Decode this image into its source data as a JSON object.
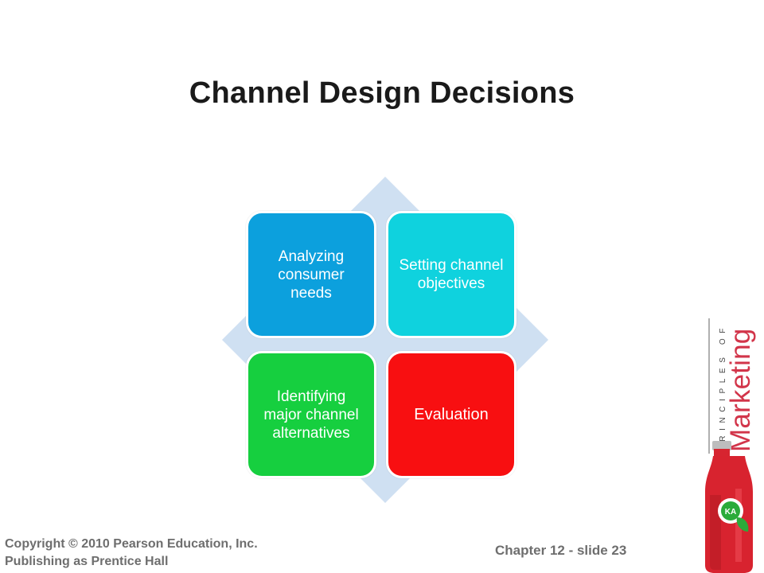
{
  "slide": {
    "title": "Channel Design Decisions",
    "quadrants": [
      {
        "label": "Analyzing consumer needs",
        "color": "#0ca0dd"
      },
      {
        "label": "Setting channel objectives",
        "color": "#0fd2de"
      },
      {
        "label": "Identifying major channel alternatives",
        "color": "#16cf3f"
      },
      {
        "label": "Evaluation",
        "color": "#f80f11"
      }
    ],
    "diamond_color": "#cfe0f2"
  },
  "footer": {
    "copyright_line1": "Copyright © 2010 Pearson Education, Inc.",
    "copyright_line2": "Publishing as Prentice Hall",
    "chapter": "Chapter 12 - slide 23"
  },
  "logo": {
    "top_text": "PRINCIPLES OF",
    "brand_text": "Marketing"
  }
}
